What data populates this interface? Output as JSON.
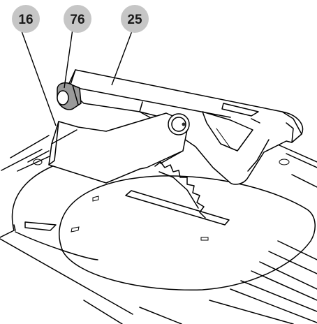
{
  "callouts": [
    {
      "id": "callout-16",
      "label": "16"
    },
    {
      "id": "callout-76",
      "label": "76"
    },
    {
      "id": "callout-25",
      "label": "25"
    }
  ],
  "colors": {
    "callout_fill": "#c6c6c6",
    "line": "#000000",
    "background": "#ffffff",
    "knob": "#9a9a9a"
  }
}
